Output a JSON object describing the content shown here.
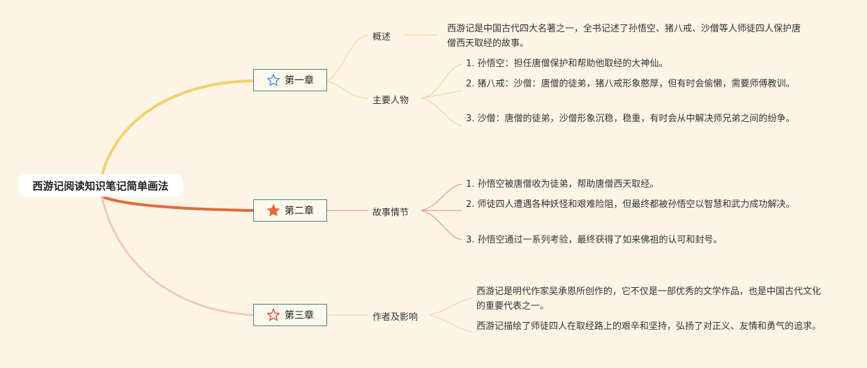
{
  "root": {
    "title": "西游记阅读知识笔记简单画法"
  },
  "chapters": [
    {
      "label": "第一章",
      "icon": "star-outline-icon",
      "color": "#f5d06c",
      "subtopics": [
        {
          "label": "概述",
          "items": [
            "西游记是中国古代四大名著之一，全书记述了孙悟空、猪八戒、沙僧等人师徒四人保护唐僧西天取经的故事。"
          ]
        },
        {
          "label": "主要人物",
          "items": [
            "1. 孙悟空：担任唐僧保护和帮助他取经的大神仙。",
            "2. 猪八戒：沙僧：唐僧的徒弟，猪八戒形象憨厚，但有时会偷懒，需要师傅教训。",
            "3. 沙僧：唐僧的徒弟，沙僧形象沉稳，稳重，有时会从中解决师兄弟之间的纷争。"
          ]
        }
      ]
    },
    {
      "label": "第二章",
      "icon": "star-filled-icon",
      "color": "#e26a41",
      "subtopics": [
        {
          "label": "故事情节",
          "items": [
            "1. 孙悟空被唐僧收为徒弟，帮助唐僧西天取经。",
            "2. 师徒四人遭遇各种妖怪和艰难险阻，但最终都被孙悟空以智慧和武力成功解决。",
            "3. 孙悟空通过一系列考验，最终获得了如来佛祖的认可和封号。"
          ]
        }
      ]
    },
    {
      "label": "第三章",
      "icon": "star-outline-red-icon",
      "color": "#f2c8bb",
      "subtopics": [
        {
          "label": "作者及影响",
          "items": [
            "西游记是明代作家吴承恩所创作的，它不仅是一部优秀的文学作品，也是中国古代文化的重要代表之一。",
            "西游记描绘了师徒四人在取经路上的艰辛和坚持，弘扬了对正义、友情和勇气的追求。"
          ]
        }
      ]
    }
  ]
}
